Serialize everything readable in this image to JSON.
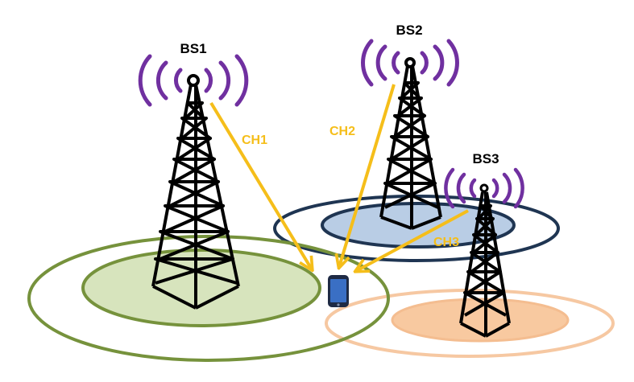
{
  "labels": {
    "bs1": "BS1",
    "bs2": "BS2",
    "bs3": "BS3",
    "ch1": "CH1",
    "ch2": "CH2",
    "ch3": "CH3"
  },
  "colors": {
    "channel_arrow": "#f5be1a",
    "signal_waves": "#7030a0",
    "tower": "#000000",
    "cell1_ring": "#76923c",
    "cell1_fill": "#d7e4bd",
    "cell2_ring": "#1f3552",
    "cell2_fill": "#b9cde5",
    "cell3_ring": "#f6c8a2",
    "cell3_fill": "#f8c9a0",
    "phone_body": "#1e2a44",
    "phone_screen": "#3a6fc4"
  },
  "icons": {
    "tower": "lattice-radio-tower-icon",
    "waves": "radio-signal-waves-icon",
    "device": "mobile-phone-icon"
  }
}
